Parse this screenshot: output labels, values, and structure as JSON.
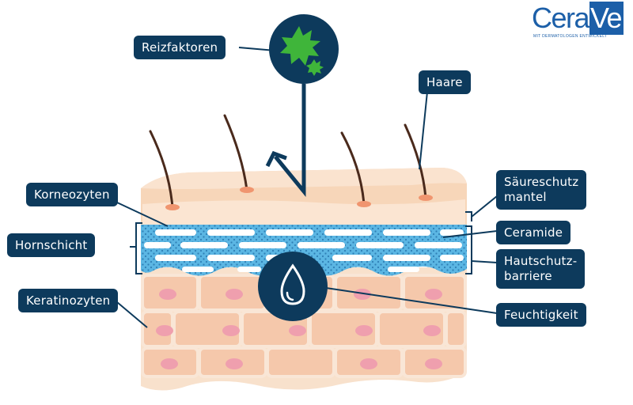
{
  "brand": {
    "logo_text": "CeraVe",
    "tagline": "MIT DERMATOLOGEN ENTWICKELT"
  },
  "labels": {
    "irritants": "Reizfaktoren",
    "hair": "Haare",
    "corneocytes": "Korneozyten",
    "stratum_corneum": "Hornschicht",
    "keratinocytes": "Keratinozyten",
    "acid_mantle_line1": "Säureschutz",
    "acid_mantle_line2": "mantel",
    "ceramides": "Ceramide",
    "skin_barrier_line1": "Hautschutz-",
    "skin_barrier_line2": "barriere",
    "moisture": "Feuchtigkeit"
  },
  "icons": [
    "irritant-burst-icon",
    "water-drop-icon"
  ],
  "colors": {
    "label_bg": "#0d3a5c",
    "skin_surface": "#f7dcc2",
    "skin_cells": "#f5cfb4",
    "lipid_layer": "#5bb6e3",
    "irritant_green": "#3fb53a",
    "hair": "#4a2a1c",
    "brand_blue": "#1c5fa8"
  }
}
